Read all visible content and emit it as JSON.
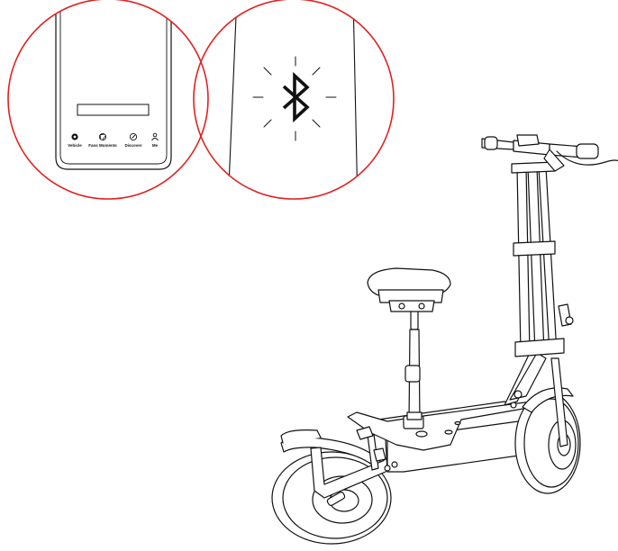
{
  "phone_nav": {
    "items": [
      {
        "label": "Vehicle",
        "icon": "vehicle-icon"
      },
      {
        "label": "Fans Moments",
        "icon": "aperture-icon"
      },
      {
        "label": "Discover",
        "icon": "compass-icon"
      },
      {
        "label": "Me",
        "icon": "person-icon"
      }
    ]
  },
  "callouts": {
    "left": {
      "content": "phone-app-home-screen"
    },
    "right": {
      "content": "bluetooth-icon"
    }
  },
  "colors": {
    "callout_circle": "#e02020",
    "line_art": "#111111",
    "background": "#ffffff"
  }
}
